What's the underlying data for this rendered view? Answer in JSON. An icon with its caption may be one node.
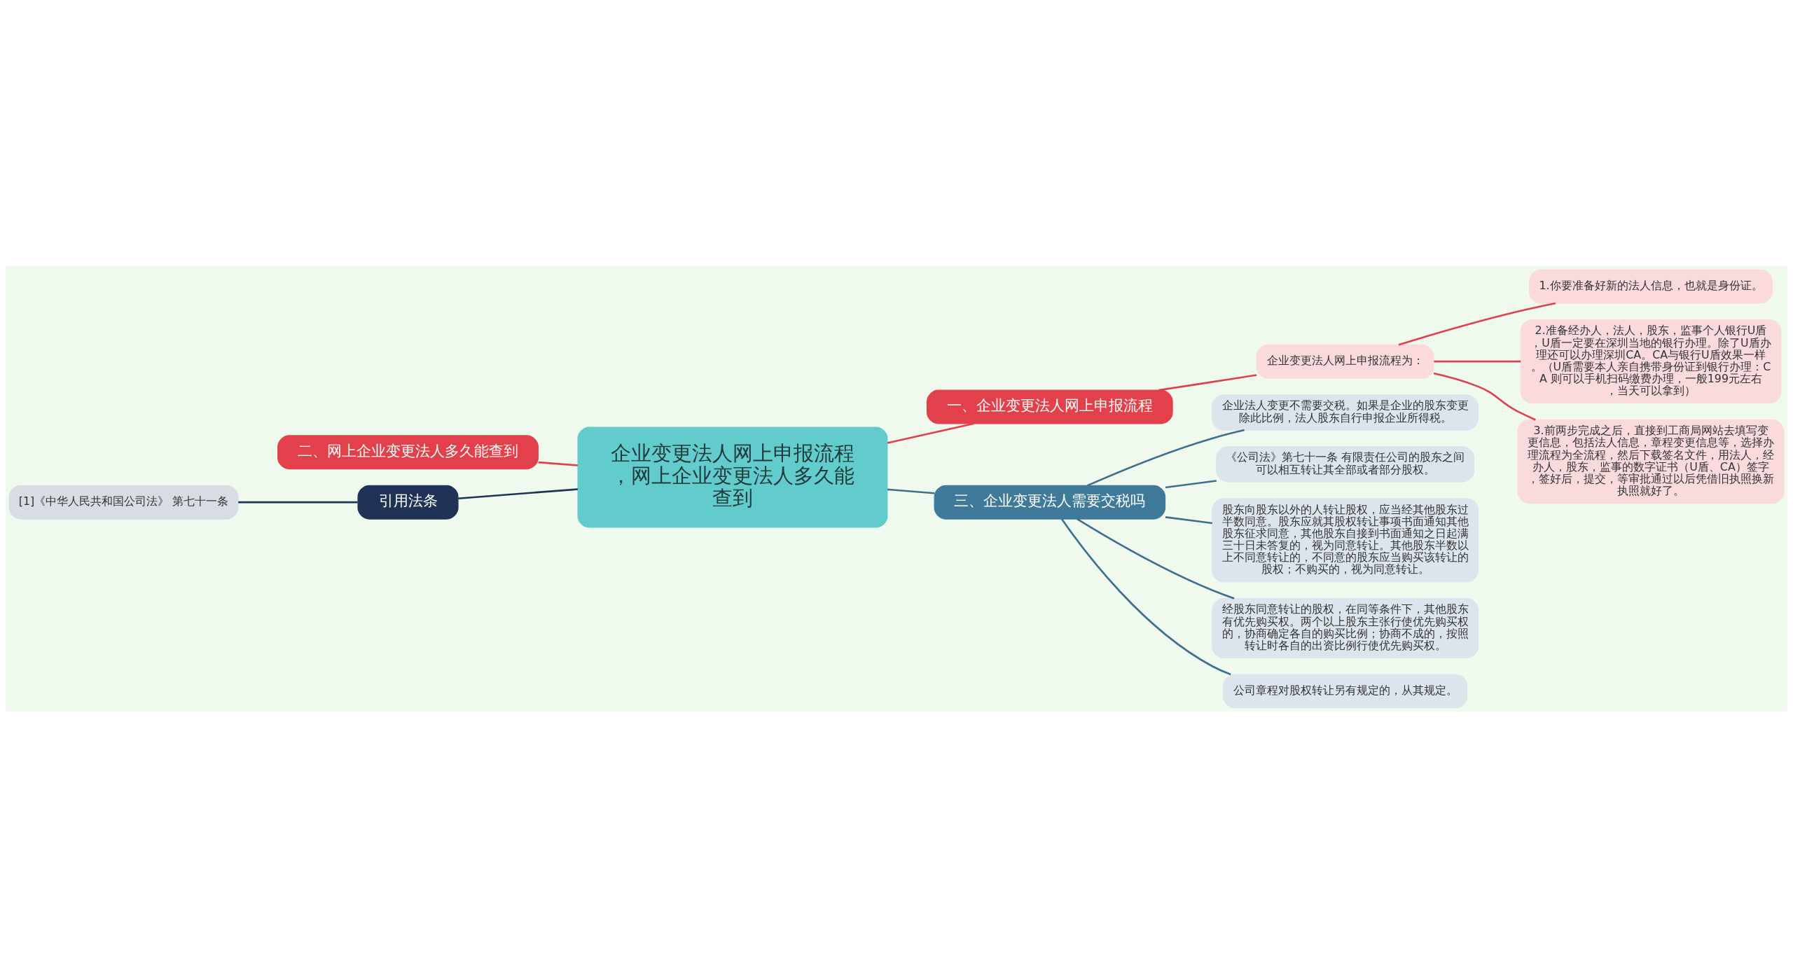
{
  "diagram": {
    "nodes": [
      {
        "text": [
          "企业变更法人网上申报流程，网上企业变更法人多久能查到"
        ]
      },
      {
        "text": [
          "一、企业变更法人网上申报流程"
        ]
      },
      {
        "text": [
          "企业变更法人网上申报流程为："
        ]
      },
      {
        "text": [
          "1.你要准备好新的法人信息，也就是身份证。"
        ]
      },
      {
        "text": [
          "2.准备经办人，法人，股东，监事个人银行U盾，U盾一定要在深圳当地的银行办理。除了U盾办理还可以办理深圳CA。CA与银行U盾效果一样。（U盾需要本人亲自携带身份证到银行办理：CA 则可以手机扫码缴费办理，一般199元左右，当天可以拿到）"
        ]
      },
      {
        "text": [
          "3.前两步完成之后，直接到工商局网站去填写变更信息，包括法人信息，章程变更信息等，选择办理流程为全流程，然后下载签名文件，用法人，经办人，股东，监事的数字证书（U盾、CA）签字，签好后，提交，等审批通过以后凭借旧执照换新执照就好了。"
        ]
      },
      {
        "text": [
          "二、网上企业变更法人多久能查到"
        ]
      },
      {
        "text": [
          "引用法条"
        ]
      },
      {
        "text": [
          "[1]《中华人民共和国公司法》 第七十一条"
        ]
      },
      {
        "text": [
          "三、企业变更法人需要交税吗"
        ]
      },
      {
        "text": [
          "企业法人变更不需要交税。如果是企业的股东变更除此比例，法人股东自行申报企业所得税。"
        ]
      },
      {
        "text": [
          "《公司法》第七十一条 有限责任公司的股东之间可以相互转让其全部或者部分股权。"
        ]
      },
      {
        "text": [
          "股东向股东以外的人转让股权，应当经其他股东过半数同意。股东应就其股权转让事项书面通知其他股东征求同意，其他股东自接到书面通知之日起满三十日未答复的，视为同意转让。其他股东半数以上不同意转让的，不同意的股东应当购买该转让的股权；不购买的，视为同意转让。"
        ]
      },
      {
        "text": [
          "经股东同意转让的股权，在同等条件下，其他股东有优先购买权。两个以上股东主张行使优先购买权的，协商确定各自的购买比例；协商不成的，按照转让时各自的出资比例行使优先购买权。"
        ]
      },
      {
        "text": [
          "公司章程对股权转让另有规定的，从其规定。"
        ]
      }
    ],
    "edges": [
      {
        "from": 0,
        "to": 1,
        "arrow": "none",
        "color": "#e0404d"
      },
      {
        "from": 1,
        "to": 2,
        "arrow": "none",
        "color": "#e0404d"
      },
      {
        "from": 2,
        "to": 3,
        "arrow": "none",
        "color": "#e0404d"
      },
      {
        "from": 2,
        "to": 4,
        "arrow": "none",
        "color": "#e0404d"
      },
      {
        "from": 2,
        "to": 5,
        "arrow": "none",
        "color": "#e0404d"
      },
      {
        "from": 0,
        "to": 6,
        "arrow": "none",
        "color": "#e0404d"
      },
      {
        "from": 0,
        "to": 7,
        "arrow": "none",
        "color": "#1e3355"
      },
      {
        "from": 7,
        "to": 8,
        "arrow": "none",
        "color": "#1e3355"
      },
      {
        "from": 0,
        "to": 9,
        "arrow": "none",
        "color": "#3f6f8f"
      },
      {
        "from": 9,
        "to": 10,
        "arrow": "none",
        "color": "#3f6f8f"
      },
      {
        "from": 9,
        "to": 11,
        "arrow": "none",
        "color": "#3f6f8f"
      },
      {
        "from": 9,
        "to": 12,
        "arrow": "none",
        "color": "#3f6f8f"
      },
      {
        "from": 9,
        "to": 13,
        "arrow": "none",
        "color": "#3f6f8f"
      },
      {
        "from": 9,
        "to": 14,
        "arrow": "none",
        "color": "#3f6f8f"
      }
    ]
  }
}
